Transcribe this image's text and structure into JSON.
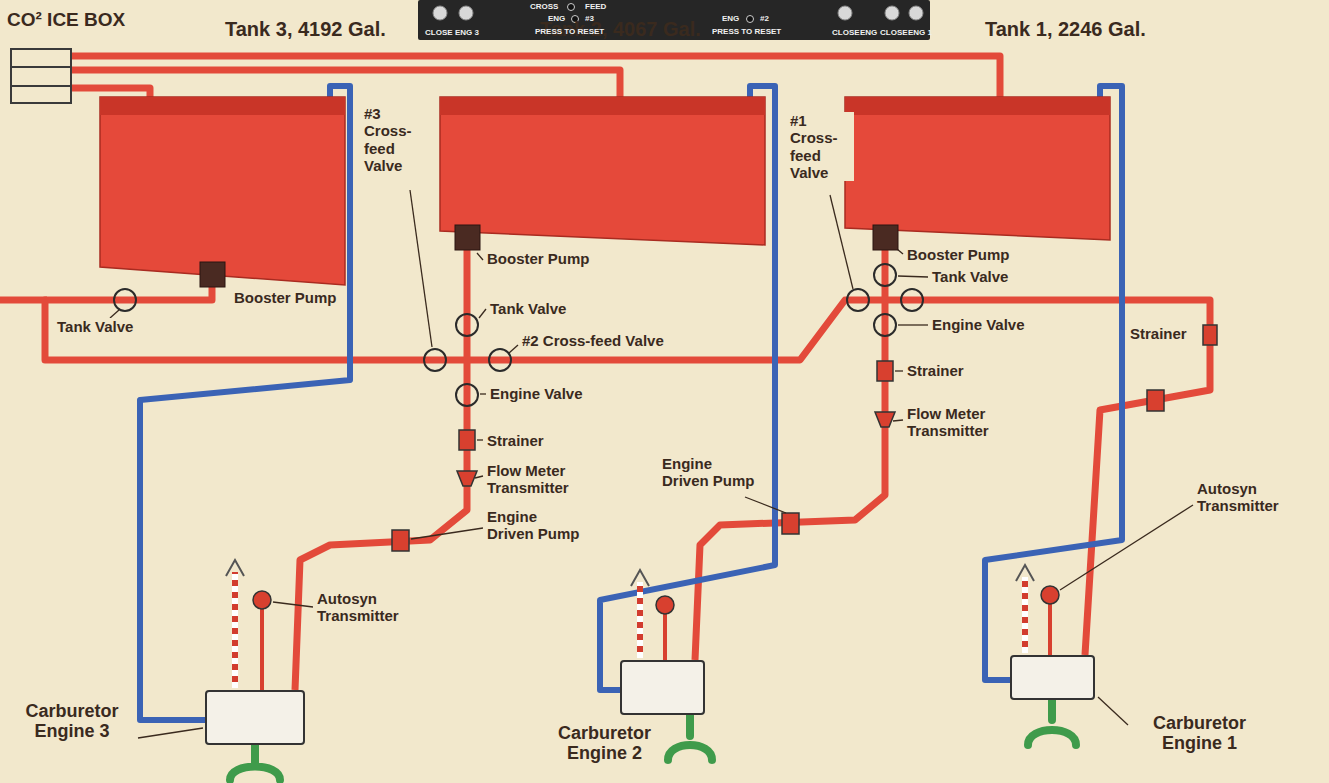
{
  "diagram": {
    "nodes": [
      {
        "text": [
          "CO² ICE BOX"
        ]
      },
      {
        "text": [
          "Tank 3, 4192 Gal."
        ]
      },
      {
        "text": [
          "Tank 2, 4067 Gal."
        ]
      },
      {
        "text": [
          "Tank 1, 2246 Gal."
        ]
      },
      {
        "text": [
          "Carburetor Engine 3"
        ]
      },
      {
        "text": [
          "Carburetor Engine 2"
        ]
      },
      {
        "text": [
          "Carburetor Engine 1"
        ]
      }
    ],
    "edges": [
      {
        "from": 0,
        "to": 1,
        "arrow": "none"
      },
      {
        "from": 0,
        "to": 2,
        "arrow": "none"
      },
      {
        "from": 0,
        "to": 3,
        "arrow": "none"
      },
      {
        "from": 1,
        "to": 6,
        "arrow": "none"
      },
      {
        "from": 2,
        "to": 4,
        "arrow": "none"
      },
      {
        "from": 3,
        "to": 5,
        "arrow": "none"
      },
      {
        "from": 4,
        "to": 1,
        "arrow": "none"
      },
      {
        "from": 5,
        "to": 2,
        "arrow": "none"
      },
      {
        "from": 6,
        "to": 3,
        "arrow": "none"
      }
    ],
    "labels": [
      "CLOSE",
      "ENG 3",
      "CROSS",
      "FEED",
      "ENG",
      "#3",
      "PRESS TO RESET",
      "ENG",
      "#2",
      "PRESS TO RESET",
      "CLOSE",
      "ENG",
      "CLOSE",
      "ENG 1",
      "#3 Cross-feed Valve",
      "Booster Pump",
      "Tank Valve",
      "Booster Pump",
      "Tank Valve",
      "#2 Cross-feed Valve",
      "Engine Valve",
      "Strainer",
      "Flow Meter Transmitter",
      "Engine Driven Pump",
      "Autosyn Transmitter",
      "#1 Cross-feed Valve",
      "Booster Pump",
      "Tank Valve",
      "Engine Valve",
      "Strainer",
      "Flow Meter Transmitter",
      "Engine Driven Pump",
      "Strainer",
      "Autosyn Transmitter"
    ]
  }
}
